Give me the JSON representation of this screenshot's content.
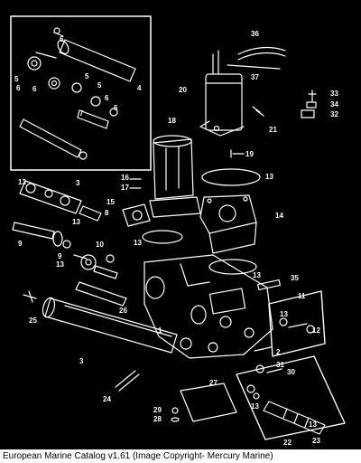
{
  "diagram": {
    "callouts": {
      "c1": "1",
      "c2": "2",
      "c3a": "3",
      "c3b": "3",
      "c4": "4",
      "c5a": "5",
      "c5b": "5",
      "c5c": "5",
      "c6a": "6",
      "c6b": "6",
      "c6c": "6",
      "c6d": "6",
      "c6e": "6",
      "c7": "7",
      "c8": "8",
      "c9a": "9",
      "c9b": "9",
      "c10": "10",
      "c11": "11",
      "c12": "12",
      "c13a": "13",
      "c13b": "13",
      "c13c": "13",
      "c13d": "13",
      "c13e": "13",
      "c13f": "13",
      "c13g": "13",
      "c13h": "13",
      "c13i": "13",
      "c14": "14",
      "c15": "15",
      "c16": "16",
      "c17": "17",
      "c18": "18",
      "c19": "19",
      "c20": "20",
      "c21": "21",
      "c22": "22",
      "c23": "23",
      "c24": "24",
      "c25": "25",
      "c26": "26",
      "c27": "27",
      "c28": "28",
      "c29": "29",
      "c30": "30",
      "c31": "31",
      "c32": "32",
      "c33": "33",
      "c34": "34",
      "c35": "35",
      "c36": "36",
      "c37": "37"
    }
  },
  "caption": "European Marine Catalog v1.61 (Image Copyright- Mercury Marine)",
  "colors": {
    "background": "#000000",
    "line": "#ffffff",
    "caption_bg": "#ffffff",
    "caption_text": "#000000"
  }
}
